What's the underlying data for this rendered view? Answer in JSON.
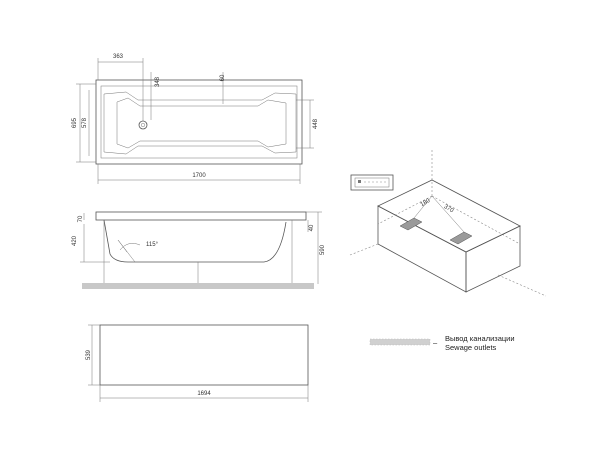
{
  "plan_view": {
    "dims": {
      "d363": "363",
      "d348": "348",
      "d60": "60",
      "d695": "695",
      "d578": "578",
      "d448": "448",
      "d1700": "1700"
    }
  },
  "side_view": {
    "dims": {
      "d70": "70",
      "d420": "420",
      "d40": "40",
      "d590": "590",
      "angle": "115°"
    }
  },
  "panel_view": {
    "dims": {
      "d539": "539",
      "d1694": "1694"
    }
  },
  "iso_view": {
    "dims": {
      "d180": "180",
      "d370": "370"
    }
  },
  "legend": {
    "line1": "Вывод канализации",
    "line2": "Sewage outlets"
  }
}
